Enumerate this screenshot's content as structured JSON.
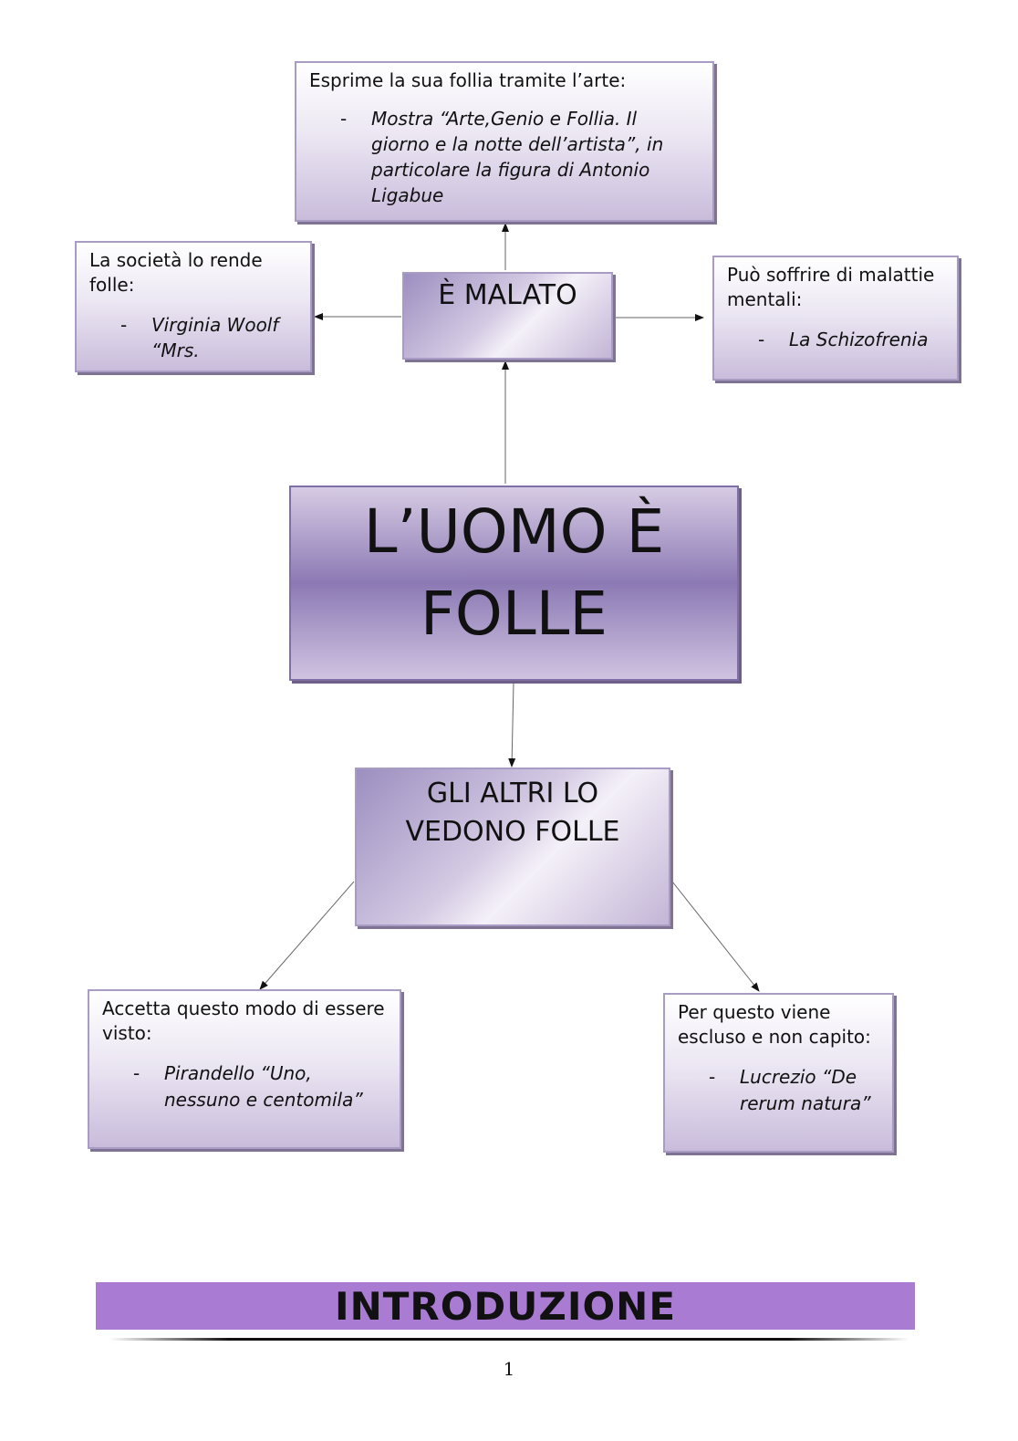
{
  "concept_map": {
    "center": {
      "line1": "L’UOMO È",
      "line2": "FOLLE"
    },
    "malato": {
      "label": "È MALATO"
    },
    "altri": {
      "line1": "GLI ALTRI LO",
      "line2": "VEDONO FOLLE"
    },
    "arte": {
      "heading": "Esprime la sua follia tramite l’arte:",
      "items": [
        "Mostra “Arte,Genio e Follia. Il giorno e la notte dell’artista”,  in particolare  la figura di Antonio Ligabue"
      ]
    },
    "societa": {
      "heading": "La società lo rende folle:",
      "items": [
        "Virginia Woolf “Mrs."
      ]
    },
    "malattie": {
      "heading": "Può soffrire di malattie mentali:",
      "items": [
        "La Schizofrenia"
      ]
    },
    "accetta": {
      "heading": "Accetta questo modo di essere visto:",
      "items": [
        "Pirandello “Uno, nessuno e centomila”"
      ]
    },
    "escluso": {
      "heading": "Per questo viene escluso e non capito:",
      "items": [
        "Lucrezio “De rerum natura”"
      ]
    },
    "bullet_marker": "-"
  },
  "footer": {
    "section_title": "INTRODUZIONE",
    "page_number": "1"
  },
  "colors": {
    "box_border": "#a89cc4",
    "center_fill": "#8c79b4",
    "intro_bar": "#a97bd3"
  }
}
